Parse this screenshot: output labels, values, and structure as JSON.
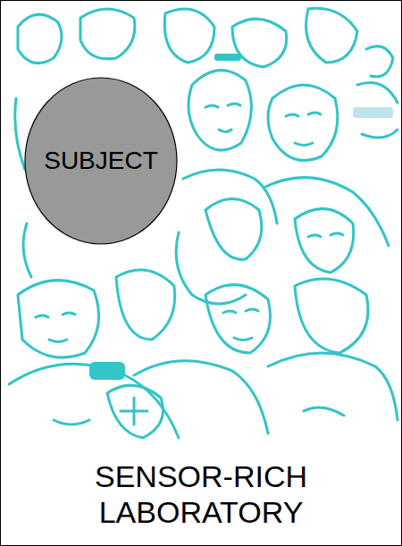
{
  "diagram": {
    "nodes": [
      {
        "text": [
          "SENSOR-RICH LABORATORY"
        ]
      },
      {
        "text": [
          "SUBJECT"
        ],
        "in": 0
      }
    ]
  }
}
